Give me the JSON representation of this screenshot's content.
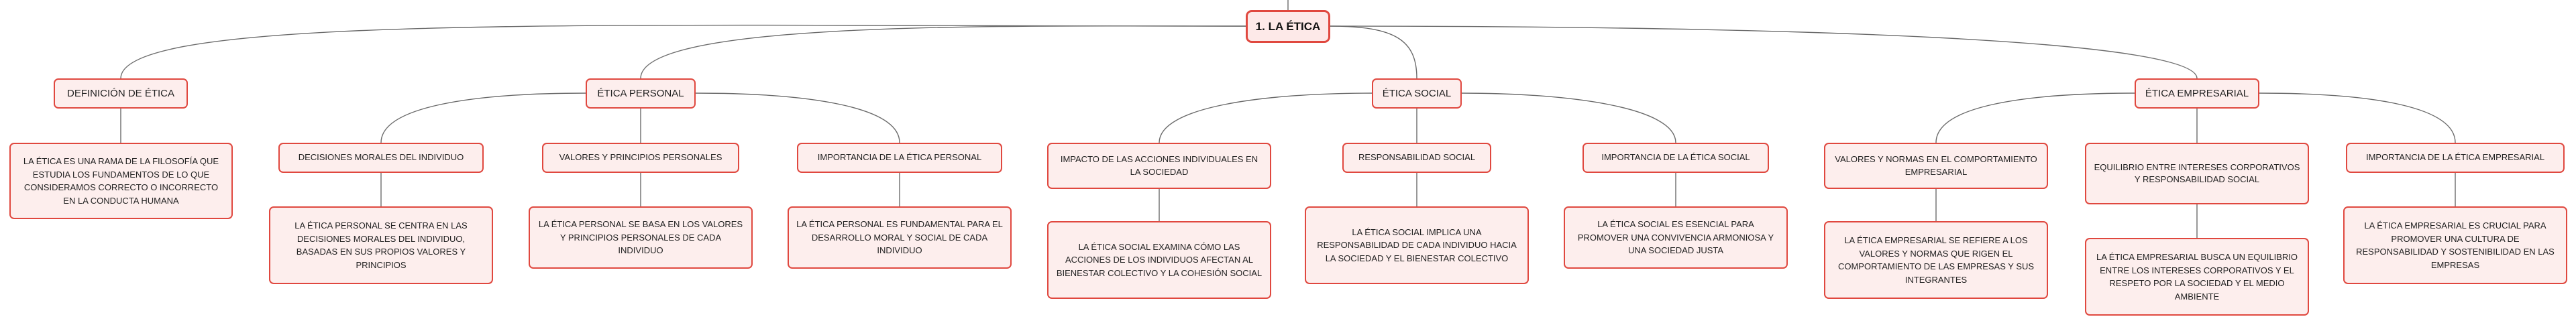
{
  "mindmap": {
    "root": "1. LA ÉTICA",
    "categories": [
      {
        "id": "def",
        "label": "DEFINICIÓN DE ÉTICA",
        "description": "LA ÉTICA ES UNA RAMA DE LA FILOSOFÍA QUE ESTUDIA LOS FUNDAMENTOS DE LO QUE CONSIDERAMOS CORRECTO O INCORRECTO EN LA CONDUCTA HUMANA",
        "children": []
      },
      {
        "id": "personal",
        "label": "ÉTICA PERSONAL",
        "children": [
          {
            "label": "DECISIONES MORALES DEL INDIVIDUO",
            "description": "LA ÉTICA PERSONAL SE CENTRA EN LAS DECISIONES MORALES DEL INDIVIDUO, BASADAS EN SUS PROPIOS VALORES Y PRINCIPIOS"
          },
          {
            "label": "VALORES Y PRINCIPIOS PERSONALES",
            "description": "LA ÉTICA PERSONAL SE BASA EN LOS VALORES Y PRINCIPIOS PERSONALES DE CADA INDIVIDUO"
          },
          {
            "label": "IMPORTANCIA DE LA ÉTICA PERSONAL",
            "description": "LA ÉTICA PERSONAL ES FUNDAMENTAL PARA EL DESARROLLO MORAL Y SOCIAL DE CADA INDIVIDUO"
          }
        ]
      },
      {
        "id": "social",
        "label": "ÉTICA SOCIAL",
        "children": [
          {
            "label": "IMPACTO DE LAS ACCIONES INDIVIDUALES EN LA SOCIEDAD",
            "description": "LA ÉTICA SOCIAL EXAMINA CÓMO LAS ACCIONES DE LOS INDIVIDUOS AFECTAN AL BIENESTAR COLECTIVO Y LA COHESIÓN SOCIAL"
          },
          {
            "label": "RESPONSABILIDAD SOCIAL",
            "description": "LA ÉTICA SOCIAL IMPLICA UNA RESPONSABILIDAD DE CADA INDIVIDUO HACIA LA SOCIEDAD Y EL BIENESTAR COLECTIVO"
          },
          {
            "label": "IMPORTANCIA DE LA ÉTICA SOCIAL",
            "description": "LA ÉTICA SOCIAL ES ESENCIAL PARA PROMOVER UNA CONVIVENCIA ARMONIOSA Y UNA SOCIEDAD JUSTA"
          }
        ]
      },
      {
        "id": "empresarial",
        "label": "ÉTICA EMPRESARIAL",
        "children": [
          {
            "label": "VALORES Y NORMAS EN EL COMPORTAMIENTO EMPRESARIAL",
            "description": "LA ÉTICA EMPRESARIAL SE REFIERE A LOS VALORES Y NORMAS QUE RIGEN EL COMPORTAMIENTO DE LAS EMPRESAS Y SUS INTEGRANTES"
          },
          {
            "label": "EQUILIBRIO ENTRE INTERESES CORPORATIVOS Y RESPONSABILIDAD SOCIAL",
            "description": "LA ÉTICA EMPRESARIAL BUSCA UN EQUILIBRIO ENTRE LOS INTERESES CORPORATIVOS Y EL RESPETO POR LA SOCIEDAD Y EL MEDIO AMBIENTE"
          },
          {
            "label": "IMPORTANCIA DE LA ÉTICA EMPRESARIAL",
            "description": "LA ÉTICA EMPRESARIAL ES CRUCIAL PARA PROMOVER UNA CULTURA DE RESPONSABILIDAD Y SOSTENIBILIDAD EN LAS EMPRESAS"
          }
        ]
      }
    ]
  }
}
